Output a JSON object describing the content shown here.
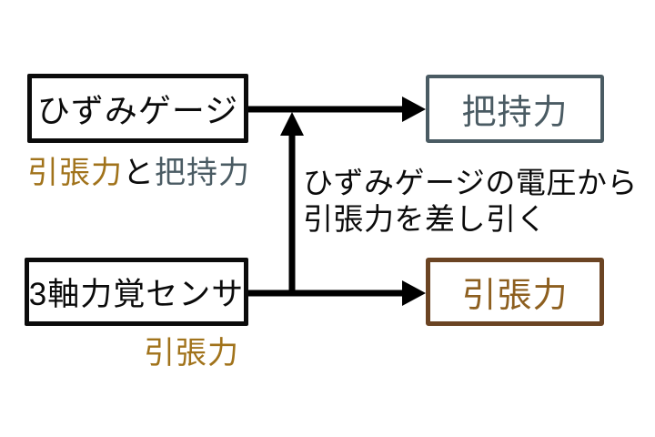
{
  "colors": {
    "ochre": "#A1731B",
    "slate": "#4A5B63",
    "brown_border": "#6B4423",
    "brown_text": "#8D5F1F",
    "ink": "#0b0b0b",
    "arrow": "#000000",
    "background": "#ffffff"
  },
  "diagram": {
    "nodes": {
      "strain_gauge": {
        "label": "ひずみゲージ"
      },
      "grip_force_output": {
        "label": "把持力"
      },
      "force_sensor": {
        "label": "3軸力覚センサ"
      },
      "tensile_force_output": {
        "label": "引張力"
      }
    },
    "captions": {
      "strain_gauge_measures": {
        "part1": "引張力",
        "part2": "と",
        "part3": "把持力"
      },
      "force_sensor_measures": "引張力"
    },
    "annotation": {
      "line1": "ひずみゲージの電圧から",
      "line2": "引張力を差し引く"
    },
    "arrows": [
      {
        "name": "strain-gauge-to-grip-force",
        "direction": "right"
      },
      {
        "name": "force-sensor-to-tensile-force",
        "direction": "right"
      },
      {
        "name": "tensile-branch-up-to-grip-path",
        "direction": "up"
      }
    ]
  }
}
